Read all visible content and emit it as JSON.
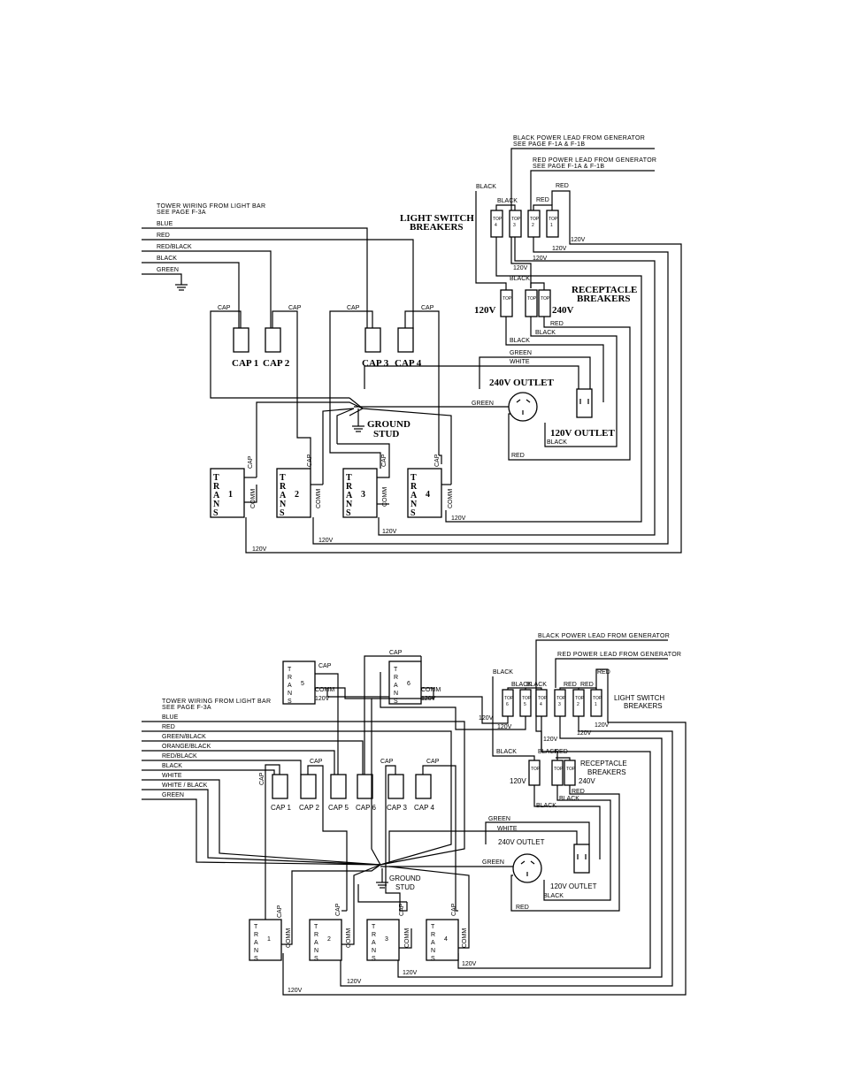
{
  "top": {
    "black_lead_line1": "BLACK POWER LEAD FROM GENERATOR",
    "black_lead_line2": "SEE PAGE F-1A & F-1B",
    "red_lead_line1": "RED POWER LEAD FROM GENERATOR",
    "red_lead_line2": "SEE PAGE F-1A & F-1B",
    "tower_line1": "TOWER WIRING FROM LIGHT BAR",
    "tower_line2": "SEE PAGE F-3A",
    "wires": [
      "BLUE",
      "RED",
      "RED/BLACK",
      "BLACK",
      "GREEN"
    ],
    "light_switch_1": "LIGHT SWITCH",
    "light_switch_2": "BREAKERS",
    "receptacle_1": "RECEPTACLE",
    "receptacle_2": "BREAKERS",
    "caps": [
      "CAP 1",
      "CAP 2",
      "CAP 3",
      "CAP 4"
    ],
    "cap_label": "CAP",
    "breakers": [
      "4",
      "3",
      "2",
      "1"
    ],
    "top_label": "TOP",
    "v120": "120V",
    "v240": "240V",
    "outlet_240": "240V OUTLET",
    "outlet_120": "120V OUTLET",
    "ground_1": "GROUND",
    "ground_2": "STUD",
    "trans_letters": [
      "T",
      "R",
      "A",
      "N",
      "S"
    ],
    "trans_nums": [
      "1",
      "2",
      "3",
      "4"
    ],
    "comm": "COMM",
    "black": "BLACK",
    "red": "RED",
    "green": "GREEN",
    "white": "WHITE"
  },
  "bottom": {
    "black_lead": "BLACK POWER LEAD FROM GENERATOR",
    "red_lead": "RED POWER LEAD FROM GENERATOR",
    "tower_line1": "TOWER WIRING FROM LIGHT BAR",
    "tower_line2": "SEE PAGE F-3A",
    "wires": [
      "BLUE",
      "RED",
      "GREEN/BLACK",
      "ORANGE/BLACK",
      "RED/BLACK",
      "BLACK",
      "WHITE",
      "WHITE / BLACK",
      "GREEN"
    ],
    "light_switch_1": "LIGHT SWITCH",
    "light_switch_2": "BREAKERS",
    "receptacle_1": "RECEPTACLE",
    "receptacle_2": "BREAKERS",
    "caps": [
      "CAP 1",
      "CAP 2",
      "CAP 5",
      "CAP 6",
      "CAP 3",
      "CAP 4"
    ],
    "cap_label": "CAP",
    "breakers": [
      "6",
      "5",
      "4",
      "3",
      "2",
      "1"
    ],
    "top_label": "TOP",
    "v120": "120V",
    "v240": "240V",
    "outlet_240": "240V OUTLET",
    "outlet_120": "120V OUTLET",
    "ground_1": "GROUND",
    "ground_2": "STUD",
    "trans_letters": [
      "T",
      "R",
      "A",
      "N",
      "S"
    ],
    "trans_nums": [
      "1",
      "2",
      "3",
      "4",
      "5",
      "6"
    ],
    "comm": "COMM",
    "black": "BLACK",
    "red": "RED",
    "green": "GREEN",
    "white": "WHITE"
  }
}
